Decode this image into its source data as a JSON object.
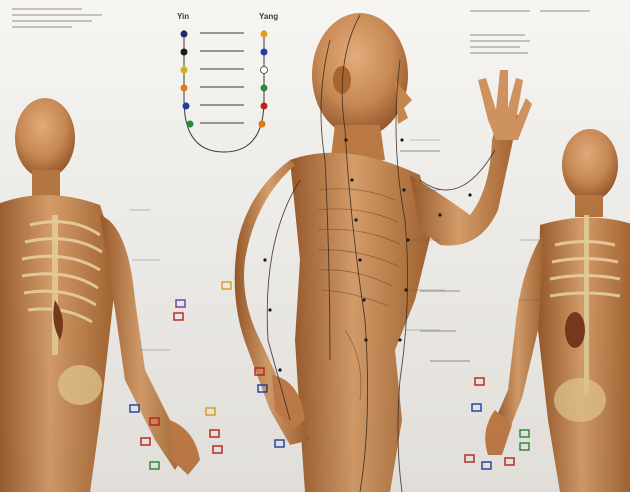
{
  "image": {
    "kind": "photograph",
    "subject": "acupuncture-meridian-wall-chart",
    "legend": {
      "yin_label": "Yin",
      "yang_label": "Yang"
    },
    "colors": {
      "skin": "#c98a55",
      "skin_dark": "#8e4f25",
      "meridian_line": "#3b2a22",
      "poster": "#f3f1ec"
    }
  }
}
